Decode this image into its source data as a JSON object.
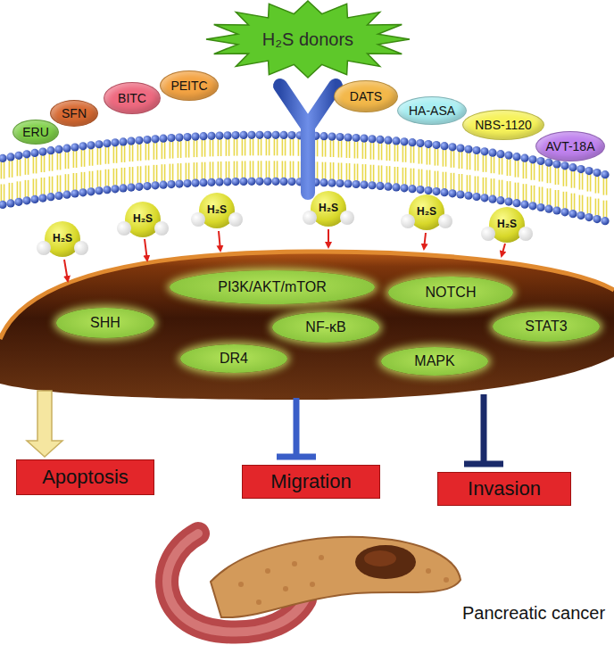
{
  "diagram": {
    "nodes": [
      {
        "text": [
          "H₂S donors"
        ]
      },
      {
        "text": [
          "ERU"
        ]
      },
      {
        "text": [
          "SFN"
        ]
      },
      {
        "text": [
          "BITC"
        ]
      },
      {
        "text": [
          "PEITC"
        ]
      },
      {
        "text": [
          "DATS"
        ]
      },
      {
        "text": [
          "HA-ASA"
        ]
      },
      {
        "text": [
          "NBS-1120"
        ]
      },
      {
        "text": [
          "AVT-18A"
        ]
      },
      {
        "text": [
          "H₂S"
        ]
      },
      {
        "text": [
          "H₂S"
        ]
      },
      {
        "text": [
          "H₂S"
        ]
      },
      {
        "text": [
          "H₂S"
        ]
      },
      {
        "text": [
          "H₂S"
        ]
      },
      {
        "text": [
          "H₂S"
        ]
      },
      {
        "text": [
          "PI3K/AKT/mTOR"
        ]
      },
      {
        "text": [
          "NOTCH"
        ]
      },
      {
        "text": [
          "SHH"
        ]
      },
      {
        "text": [
          "NF-κB"
        ]
      },
      {
        "text": [
          "STAT3"
        ]
      },
      {
        "text": [
          "DR4"
        ]
      },
      {
        "text": [
          "MAPK"
        ]
      },
      {
        "text": [
          "Apoptosis"
        ]
      },
      {
        "text": [
          "Migration"
        ]
      },
      {
        "text": [
          "Invasion"
        ]
      }
    ],
    "labels": [
      "Pancreatic cancer"
    ]
  }
}
